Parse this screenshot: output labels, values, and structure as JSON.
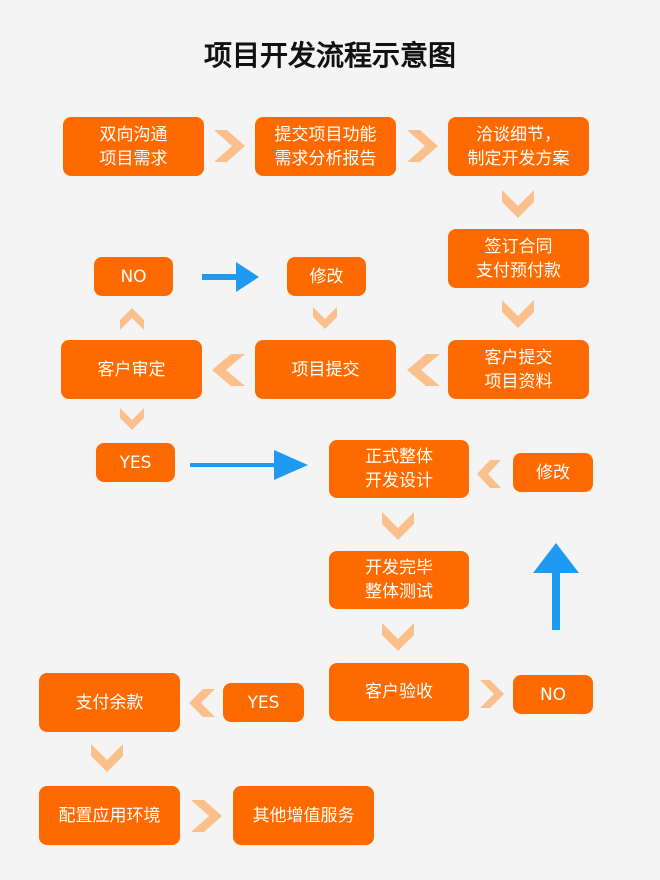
{
  "title": "项目开发流程示意图",
  "steps": {
    "communicate": "双向沟通\n项目需求",
    "submit_report": "提交项目功能\n需求分析报告",
    "negotiate": "洽谈细节，\n制定开发方案",
    "sign_contract": "签订合同\n支付预付款",
    "client_submit": "客户提交\n项目资料",
    "project_submit": "项目提交",
    "client_review": "客户审定",
    "review_no": "NO",
    "modify_top": "修改",
    "review_yes": "YES",
    "formal_dev": "正式整体\n开发设计",
    "modify_right": "修改",
    "dev_complete": "开发完毕\n整体测试",
    "acceptance": "客户验收",
    "accept_no": "NO",
    "accept_yes": "YES",
    "pay_balance": "支付余款",
    "deploy_env": "配置应用环境",
    "other_services": "其他增值服务"
  },
  "colors": {
    "box": "#ff6a00",
    "chevron": "#fbbf8c",
    "blue_arrow": "#1e9bf0",
    "background": "#f4f4f4"
  }
}
